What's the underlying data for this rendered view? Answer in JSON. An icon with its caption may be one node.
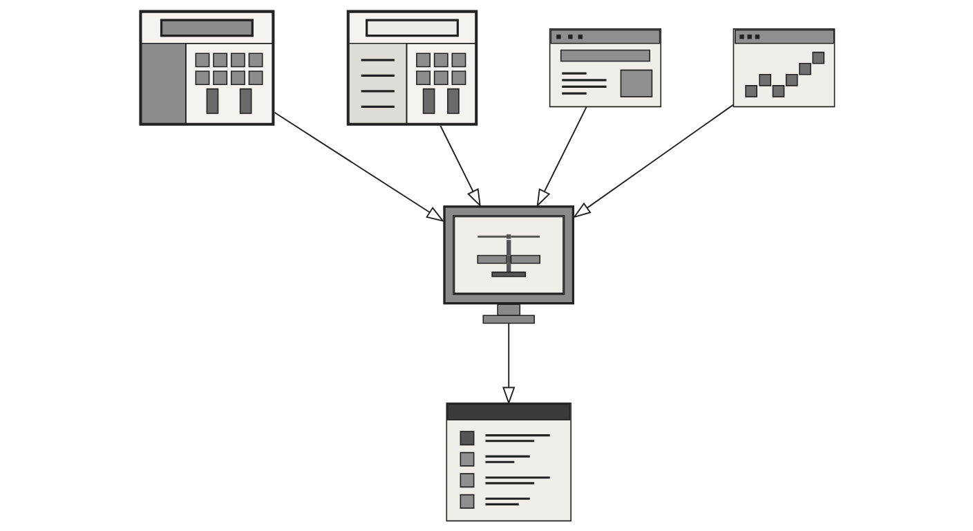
{
  "diagram": {
    "nodes": [
      {
        "text": [],
        "shape": "picture"
      },
      {
        "text": [],
        "shape": "picture"
      },
      {
        "text": [],
        "shape": "picture"
      },
      {
        "text": [],
        "shape": "picture"
      },
      {
        "text": [],
        "shape": "picture"
      },
      {
        "text": [],
        "shape": "picture"
      }
    ],
    "edges": [
      {
        "from": 0,
        "to": 4,
        "arrow": "to"
      },
      {
        "from": 1,
        "to": 4,
        "arrow": "to"
      },
      {
        "from": 2,
        "to": 4,
        "arrow": "to"
      },
      {
        "from": 3,
        "to": 4,
        "arrow": "to"
      },
      {
        "from": 4,
        "to": 5,
        "arrow": "to"
      }
    ]
  }
}
